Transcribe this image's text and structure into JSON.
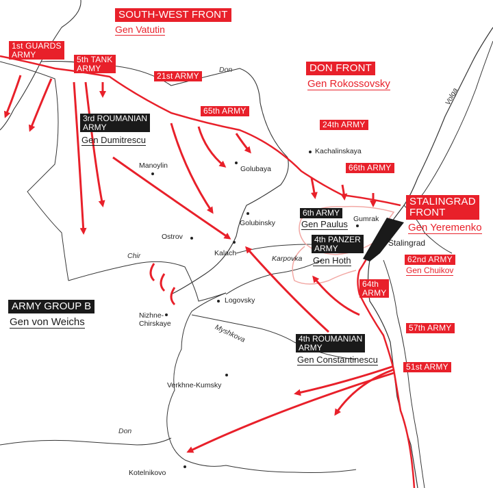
{
  "fronts": {
    "south_west": {
      "name": "SOUTH-WEST FRONT",
      "commander": "Gen Vatutin"
    },
    "don": {
      "name": "DON FRONT",
      "commander": "Gen Rokossovsky"
    },
    "stalingrad": {
      "name_line1": "STALINGRAD",
      "name_line2": "FRONT",
      "commander": "Gen Yeremenko"
    }
  },
  "soviet_armies": {
    "guards1_l1": "1st GUARDS",
    "guards1_l2": "ARMY",
    "tank5_l1": "5th TANK",
    "tank5_l2": "ARMY",
    "army21": "21st ARMY",
    "army65": "65th ARMY",
    "army24": "24th ARMY",
    "army66": "66th ARMY",
    "army62": "62nd ARMY",
    "army62_cmd": "Gen Chuikov",
    "army64_l1": "64th",
    "army64_l2": "ARMY",
    "army57": "57th ARMY",
    "army51": "51st ARMY"
  },
  "axis_forces": {
    "rou3_l1": "3rd ROUMANIAN",
    "rou3_l2": "ARMY",
    "rou3_cmd": "Gen Dumitrescu",
    "army6": "6th ARMY",
    "army6_cmd": "Gen Paulus",
    "panzer4_l1": "4th PANZER",
    "panzer4_l2": "ARMY",
    "panzer4_cmd": "Gen Hoth",
    "rou4_l1": "4th ROUMANIAN",
    "rou4_l2": "ARMY",
    "rou4_cmd": "Gen Constantinescu",
    "group_b": "ARMY GROUP B",
    "group_b_cmd": "Gen von Weichs"
  },
  "towns": {
    "kachalinskaya": "Kachalinskaya",
    "golubaya": "Golubaya",
    "manoylin": "Manoylin",
    "golubinsky": "Golubinsky",
    "gumrak": "Gumrak",
    "stalingrad": "Stalingrad",
    "ostrov": "Ostrov",
    "kalach": "Kalach",
    "karpovka": "Karpovka",
    "logovsky": "Logovsky",
    "nizhne_l1": "Nizhne-",
    "nizhne_l2": "Chirskaye",
    "verkhne": "Verkhne-Kumsky",
    "kotelnikovo": "Kotelnikovo"
  },
  "rivers": {
    "don_north": "Don",
    "don_south": "Don",
    "volga": "Volga",
    "chir": "Chir",
    "myshkova": "Myshkova"
  },
  "colors": {
    "soviet_red": "#e8202a",
    "axis_black": "#1a1a1a",
    "pocket_pink": "#f2a8a4",
    "border_gray": "#333333"
  },
  "icons": {
    "town_marker": "dot-icon",
    "attack": "arrow-icon"
  }
}
